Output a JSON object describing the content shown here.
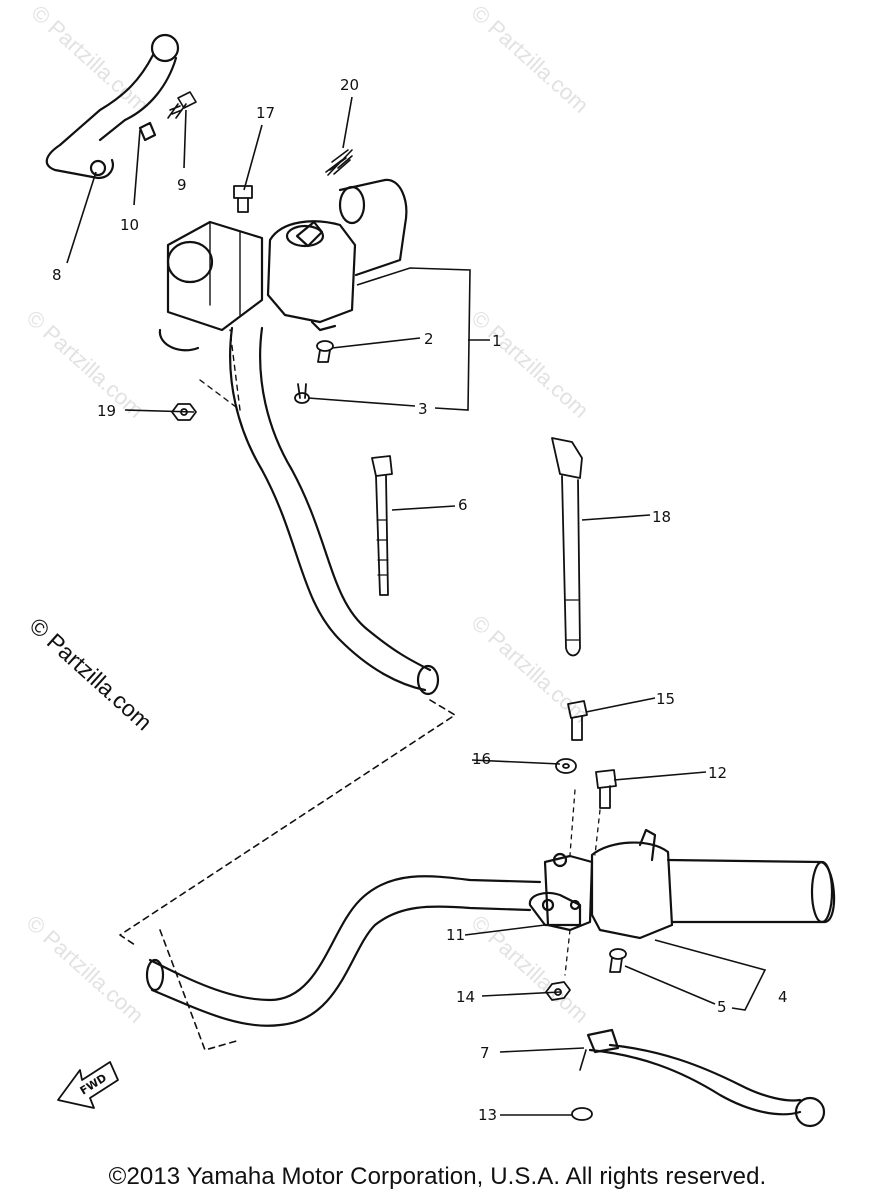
{
  "callouts": {
    "c1": "1",
    "c2": "2",
    "c3": "3",
    "c4": "4",
    "c5": "5",
    "c6": "6",
    "c7": "7",
    "c8": "8",
    "c9": "9",
    "c10": "10",
    "c11": "11",
    "c12": "12",
    "c13": "13",
    "c14": "14",
    "c15": "15",
    "c16": "16",
    "c17": "17",
    "c18": "18",
    "c19": "19",
    "c20": "20"
  },
  "direction_arrow_label": "FWD",
  "watermark": "© Partzilla.com",
  "copyright": "©2013  Yamaha Motor Corporation, U.S.A. All rights reserved.",
  "colors": {
    "ink": "#111111",
    "watermark": "#e2e2e2"
  }
}
